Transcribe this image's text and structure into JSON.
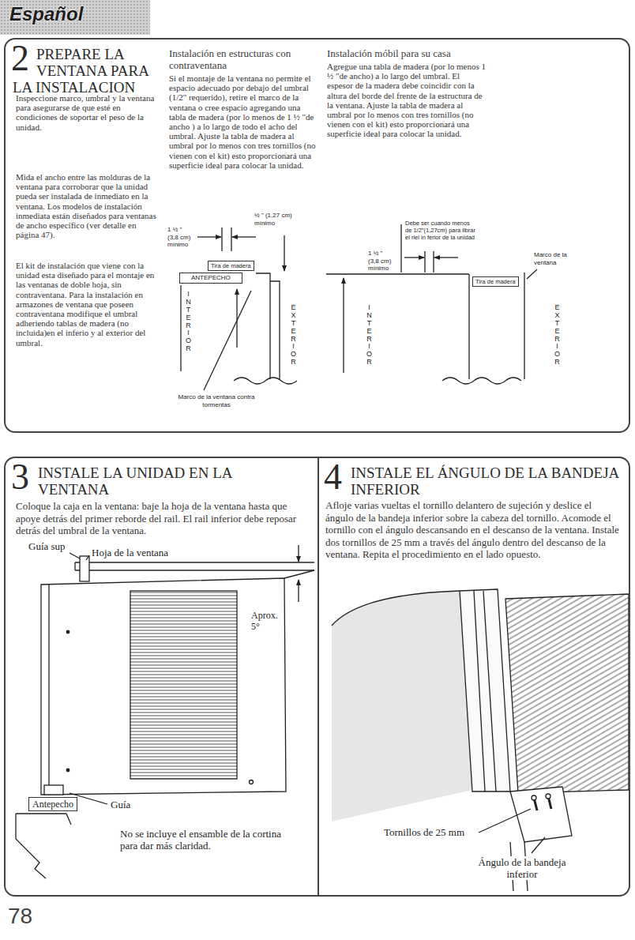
{
  "diagram": {
    "nodes": [
      {
        "text": [
          "Español"
        ]
      },
      {
        "text": [
          "2",
          "PREPARE LA VENTANA PARA LA INSTALACION",
          "Inspeccione marco, umbral y la ventana para asegurarse de que esté en condiciones de soportar el peso de la unidad.",
          "Mida el ancho entre las molduras de la ventana para corroborar que la unidad pueda ser instalada de inmediato en la ventana. Los modelos de instalación inmediata están diseñados para ventanas de ancho específico (ver detalle en página 47).",
          "El kit de instalación que viene con la unidad esta diseñado para el montaje en las ventanas de doble hoja, sin contraventana. Para la instalación en armazones de ventana que poseen contraventana modifique el umbral adheriendo tablas de madera (no incluida)en el inferio y al exterior del umbral.",
          "Instalación en estructuras con contraventana",
          "Si el montaje de la ventana no permite el espacio adecuado por debajo del umbral (1/2\" requerido), retire el marco de la ventana o cree espacio agregando una tabla de madera (por lo menos de 1 ½ \"de ancho ) a lo largo de todo el acho del umbral. Ajuste la tabla de madera al umbral por lo menos con tres tornillos (no vienen con el kit) esto proporcionará una superficie ideal para colocar la unidad.",
          "Instalación móbil para su casa",
          "Agregue una tabla de madera (por lo menos 1 ½ \"de ancho) a lo largo del umbral. El espesor de la madera debe coincidir con la altura del borde del frente de la estructura de la ventana. Ajuste la tabla de madera al umbral por lo menos con tres tornillos (no vienen con el kit) esto proporcionará una superficie ideal para colocar la unidad."
        ]
      },
      {
        "text": [
          "Tira de madera"
        ],
        "in": 1
      },
      {
        "text": [
          "ANTEPECHO"
        ],
        "in": 1
      },
      {
        "text": [
          "Tira de madera"
        ],
        "in": 1
      },
      {
        "text": [
          "3",
          "INSTALE LA UNIDAD EN LA VENTANA",
          "Coloque la caja en la ventana: baje la hoja de la ventana hasta que apoye detrás del primer reborde del rail. El rail inferior debe reposar detrás del umbral de la ventana."
        ]
      },
      {
        "text": [
          "Antepecho"
        ],
        "in": 5
      },
      {
        "text": [
          "4",
          "INSTALE EL ÁNGULO DE LA BANDEJA INFERIOR",
          "Afloje varias vueltas el tornillo delantero de sujeción y deslice el ángulo de la bandeja inferior sobre la cabeza del tornillo. Acomode el tornillo con el ángulo descansando en el descanso de la ventana. Instale dos tornillos de 25 mm a través del ángulo dentro del descanso de la ventana. Repita el procedimiento en el lado opuesto."
        ]
      }
    ],
    "labels": [
      "1 ½ \" (3,8 cm) mínimo",
      "½ \" (1,27 cm) mínimo",
      "INTERIOR",
      "EXTERIOR",
      "Marco de la ventana contra tormentas",
      "Debe ser cuando menos de 1/2\"(1,27cm) para librar el riel in ferior de la unidad",
      "1 ½ \" (3,8 cm) mínimo",
      "Marco de la ventana",
      "INTERIOR",
      "EXTERIOR",
      "Guía sup",
      "Hoja de la ventana",
      "Aprox. 5°",
      "Guía",
      "No se incluye el ensamble de la cortina para dar más claridad.",
      "Tornillos de 25 mm",
      "Ángulo de la bandeja inferior",
      "78"
    ]
  }
}
